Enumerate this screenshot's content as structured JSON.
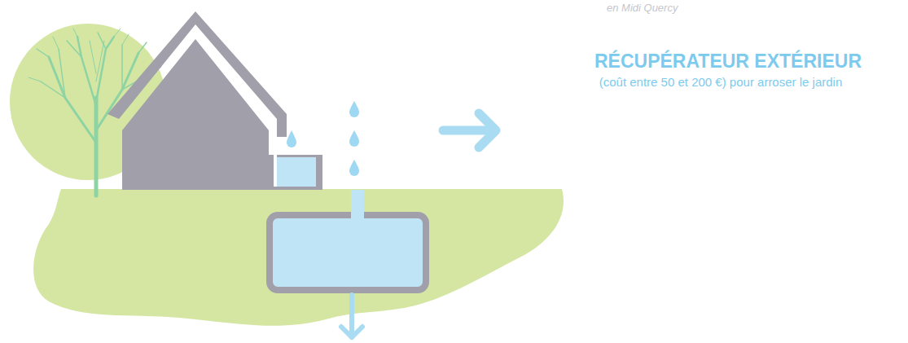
{
  "diagram": {
    "labels": [
      "en Midi Quercy",
      "RÉCUPÉRATEUR EXTÉRIEUR",
      "(coût entre 50 et 200 €) pour arroser le jardin"
    ]
  }
}
